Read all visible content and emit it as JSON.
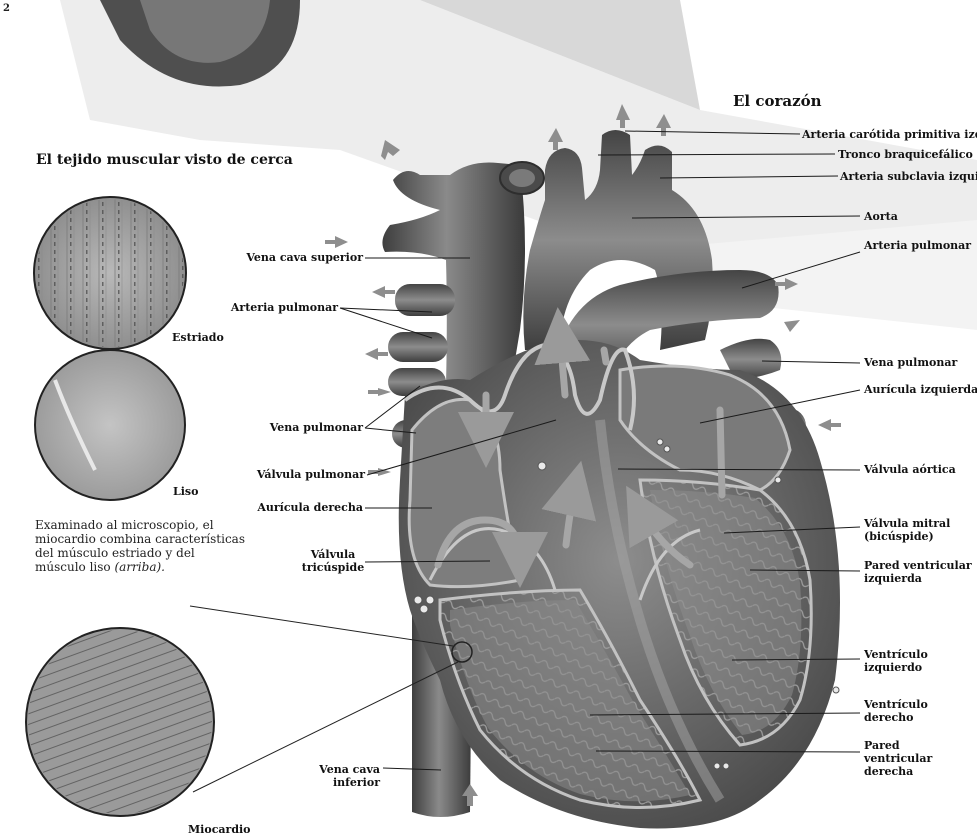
{
  "page_number": "2",
  "headings": {
    "heart": "El corazón",
    "tissue": "El tejido muscular visto de cerca"
  },
  "micro": {
    "striated": "Estriado",
    "smooth": "Liso",
    "caption_line1": "Examinado al microscopio, el",
    "caption_line2": "miocardio combina características",
    "caption_line3": "del músculo estriado y del",
    "caption_line4": "músculo liso",
    "caption_italic": "(arriba).",
    "myocardium": "Miocardio"
  },
  "labels_right": {
    "left_carotid": "Arteria carótida primitiva izq",
    "brachiocephalic": "Tronco braquicefálico",
    "left_subclavian": "Arteria subclavia izquie",
    "aorta": "Aorta",
    "pulmonary_artery": "Arteria pulmonar",
    "pulmonary_vein": "Vena pulmonar",
    "left_atrium": "Aurícula izquierda",
    "aortic_valve": "Válvula aórtica",
    "mitral_valve_1": "Válvula mitral",
    "mitral_valve_2": "(bicúspide)",
    "lv_wall_1": "Pared ventricular",
    "lv_wall_2": "izquierda",
    "lv_1": "Ventrículo",
    "lv_2": "izquierdo",
    "rv_1": "Ventrículo",
    "rv_2": "derecho",
    "rv_wall_1": "Pared",
    "rv_wall_2": "ventricular",
    "rv_wall_3": "derecha"
  },
  "labels_left": {
    "superior_vena_cava": "Vena cava superior",
    "pulmonary_artery": "Arteria pulmonar",
    "pulmonary_vein": "Vena pulmonar",
    "pulmonary_valve": "Válvula pulmonar",
    "right_atrium": "Aurícula derecha",
    "tricuspid_1": "Válvula",
    "tricuspid_2": "tricúspide",
    "inferior_vena_cava_1": "Vena cava",
    "inferior_vena_cava_2": "inferior"
  },
  "colors": {
    "vessel": "#5a5a5a",
    "vessel_light": "#8a8a8a",
    "muscle": "#6e6e6e",
    "valve_line": "#bdbdbd",
    "arrow": "#9a9a9a",
    "background_band": "#e4e4e4"
  }
}
